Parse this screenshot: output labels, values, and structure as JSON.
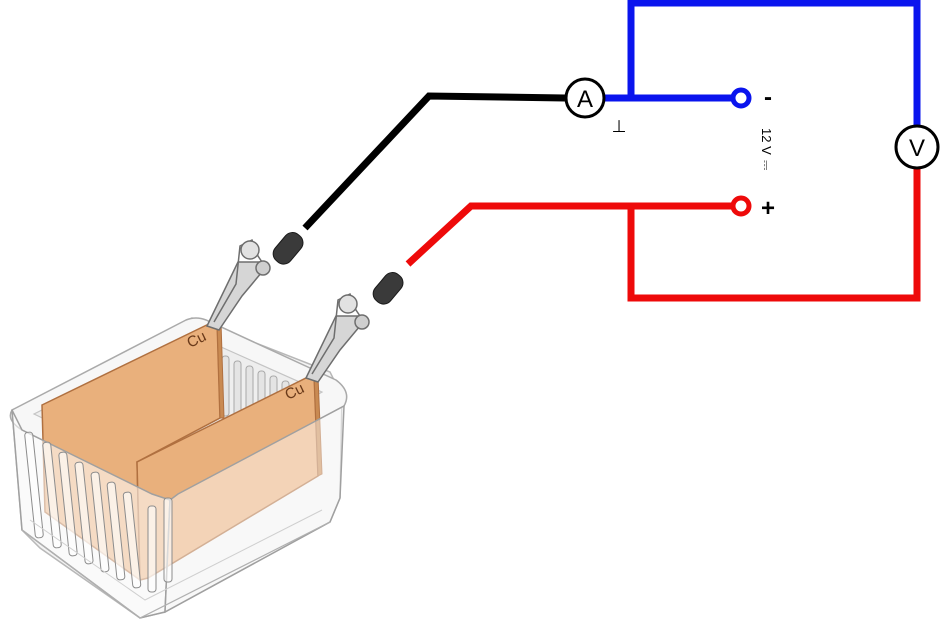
{
  "meters": {
    "ammeter": {
      "symbol": "A"
    },
    "voltmeter": {
      "symbol": "V"
    }
  },
  "supply": {
    "negative_sign": "-",
    "positive_sign": "+",
    "voltage": "12 V",
    "dc_symbol": "⎓"
  },
  "electrodes": {
    "left_label": "Cu",
    "right_label": "Cu"
  },
  "ammeter_terminal_mark": "⊥",
  "colors": {
    "negative_wire": "#0a14ee",
    "positive_wire": "#ee0a0a",
    "ground_wire": "#000000",
    "copper": "#e9b07c",
    "copper_edge": "#b07040",
    "tank": "#dcdcdc"
  }
}
